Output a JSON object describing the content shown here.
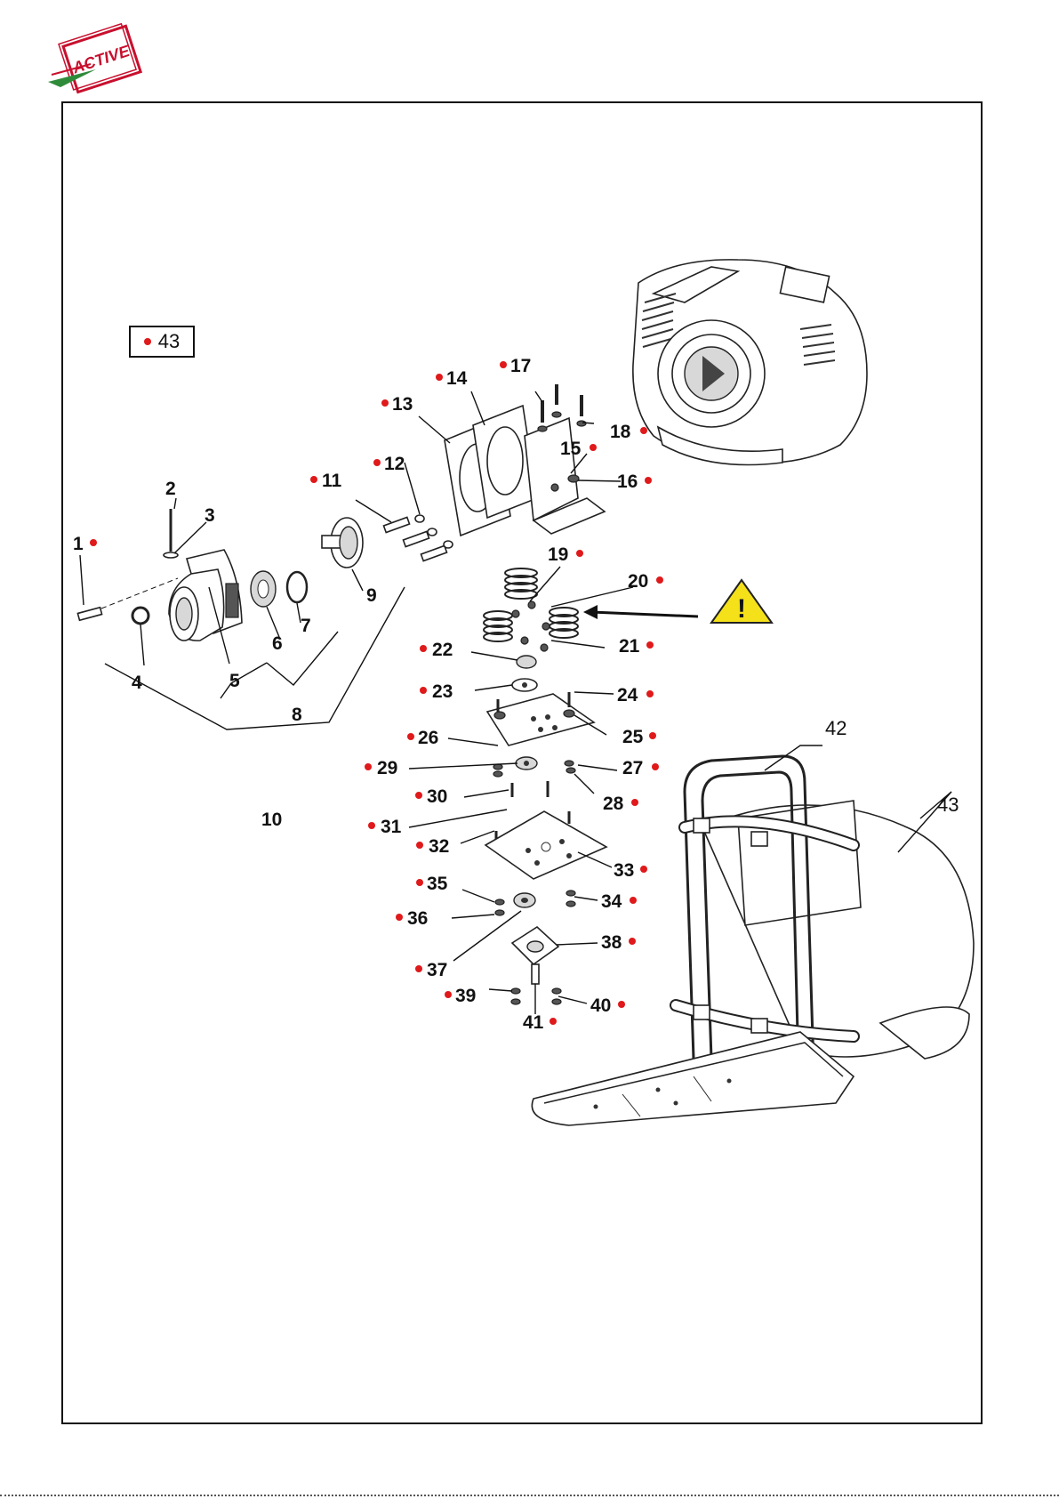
{
  "logo": {
    "text": "ACTIVE",
    "icon": "active-brand-logo",
    "colors": {
      "red": "#c8102e",
      "green": "#2e8b3a"
    }
  },
  "legend": {
    "marker": "red-dot",
    "label": "43"
  },
  "marker_color": "#e0191b",
  "callouts": [
    {
      "id": "1",
      "num": "1",
      "marked": true
    },
    {
      "id": "2",
      "num": "2",
      "marked": false
    },
    {
      "id": "3",
      "num": "3",
      "marked": false
    },
    {
      "id": "4",
      "num": "4",
      "marked": false
    },
    {
      "id": "5",
      "num": "5",
      "marked": false
    },
    {
      "id": "6",
      "num": "6",
      "marked": false
    },
    {
      "id": "7",
      "num": "7",
      "marked": false
    },
    {
      "id": "8",
      "num": "8",
      "marked": false
    },
    {
      "id": "9",
      "num": "9",
      "marked": false
    },
    {
      "id": "10",
      "num": "10",
      "marked": false
    },
    {
      "id": "11",
      "num": "11",
      "marked": true
    },
    {
      "id": "12",
      "num": "12",
      "marked": true
    },
    {
      "id": "13",
      "num": "13",
      "marked": true
    },
    {
      "id": "14",
      "num": "14",
      "marked": true
    },
    {
      "id": "15",
      "num": "15",
      "marked": true
    },
    {
      "id": "16",
      "num": "16",
      "marked": true
    },
    {
      "id": "17",
      "num": "17",
      "marked": true
    },
    {
      "id": "18",
      "num": "18",
      "marked": true
    },
    {
      "id": "19",
      "num": "19",
      "marked": true
    },
    {
      "id": "20",
      "num": "20",
      "marked": true
    },
    {
      "id": "21",
      "num": "21",
      "marked": true
    },
    {
      "id": "22",
      "num": "22",
      "marked": true
    },
    {
      "id": "23",
      "num": "23",
      "marked": true
    },
    {
      "id": "24",
      "num": "24",
      "marked": true
    },
    {
      "id": "25",
      "num": "25",
      "marked": true
    },
    {
      "id": "26",
      "num": "26",
      "marked": true
    },
    {
      "id": "27",
      "num": "27",
      "marked": true
    },
    {
      "id": "28",
      "num": "28",
      "marked": true
    },
    {
      "id": "29",
      "num": "29",
      "marked": true
    },
    {
      "id": "30",
      "num": "30",
      "marked": true
    },
    {
      "id": "31",
      "num": "31",
      "marked": true
    },
    {
      "id": "32",
      "num": "32",
      "marked": true
    },
    {
      "id": "33",
      "num": "33",
      "marked": true
    },
    {
      "id": "34",
      "num": "34",
      "marked": true
    },
    {
      "id": "35",
      "num": "35",
      "marked": true
    },
    {
      "id": "36",
      "num": "36",
      "marked": true
    },
    {
      "id": "37",
      "num": "37",
      "marked": true
    },
    {
      "id": "38",
      "num": "38",
      "marked": true
    },
    {
      "id": "39",
      "num": "39",
      "marked": true
    },
    {
      "id": "40",
      "num": "40",
      "marked": true
    },
    {
      "id": "41",
      "num": "41",
      "marked": true
    },
    {
      "id": "42",
      "num": "42",
      "marked": false
    },
    {
      "id": "43",
      "num": "43",
      "marked": false
    }
  ],
  "warning": {
    "icon": "warning-triangle-icon",
    "symbol": "!",
    "color": "#f5e11a"
  }
}
